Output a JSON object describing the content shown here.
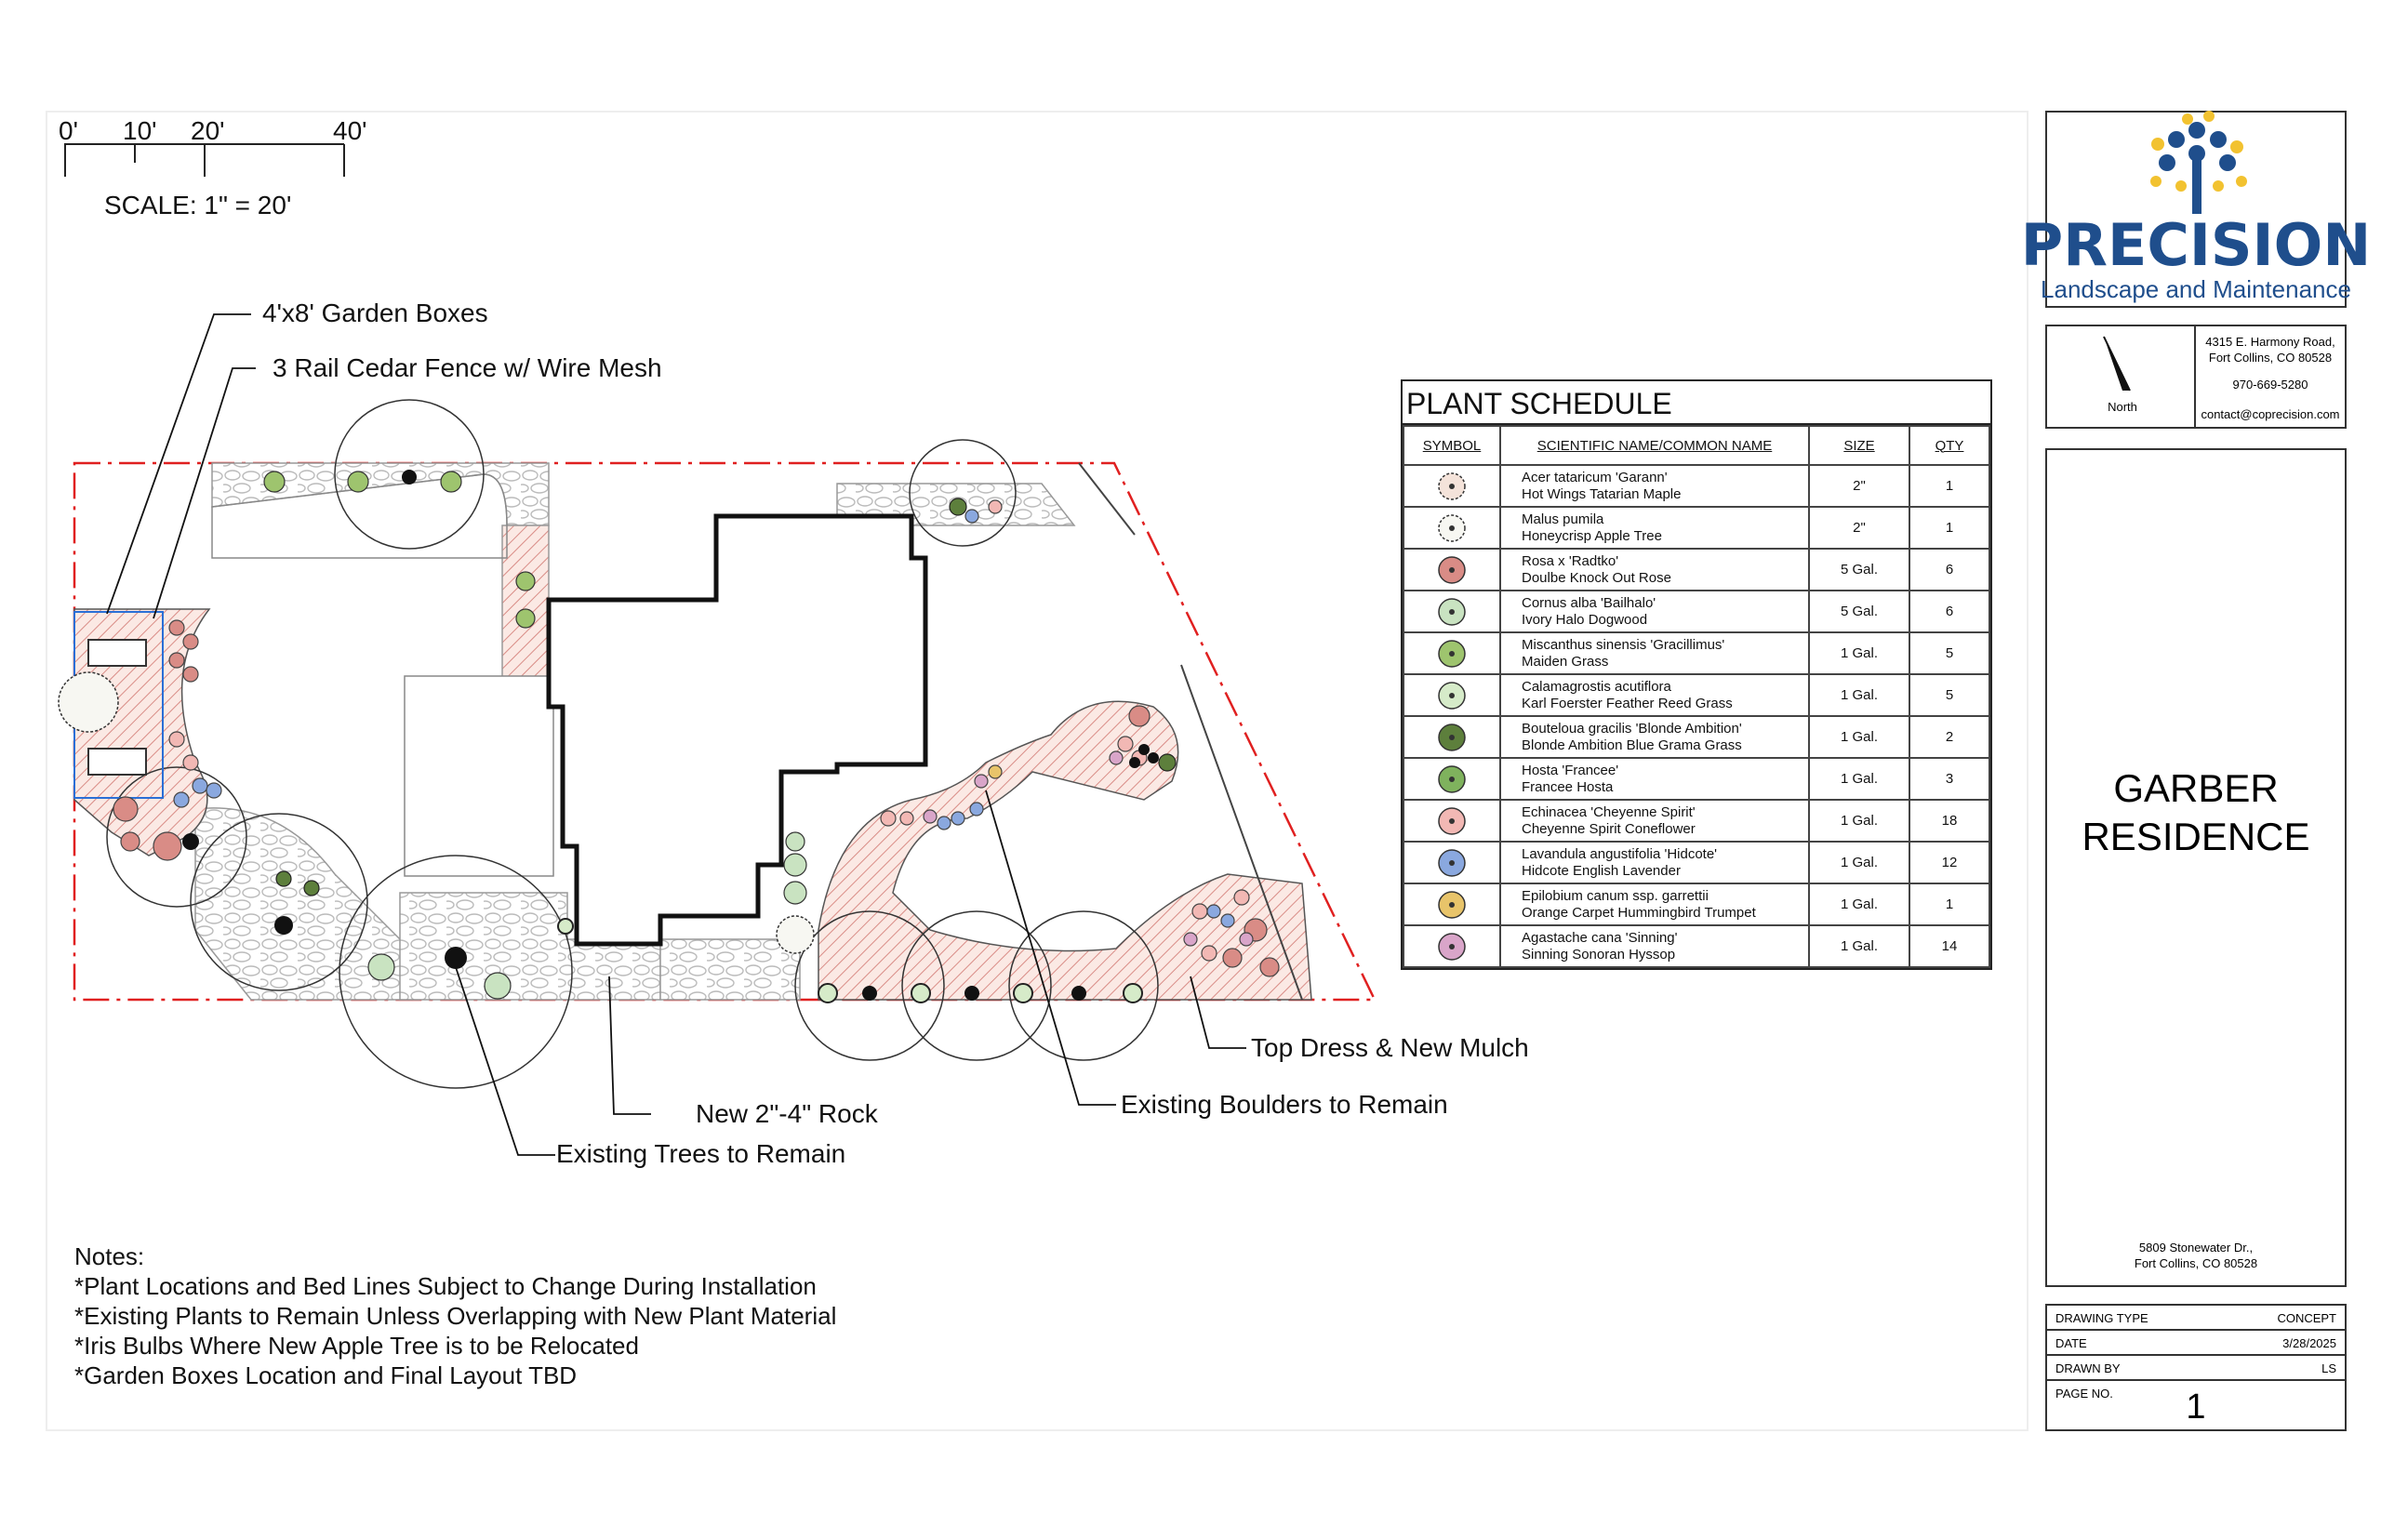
{
  "scale": {
    "ticks": [
      "0'",
      "10'",
      "20'",
      "40'"
    ],
    "label": "SCALE: 1\" = 20'"
  },
  "callouts": {
    "garden_boxes": "4'x8' Garden Boxes",
    "fence": "3 Rail Cedar Fence w/ Wire Mesh",
    "rock": "New 2\"-4\" Rock",
    "trees": "Existing Trees to Remain",
    "mulch": "Top Dress & New Mulch",
    "boulders": "Existing Boulders to Remain"
  },
  "notes": {
    "title": "Notes:",
    "items": [
      "*Plant Locations and Bed Lines Subject to Change During Installation",
      "*Existing Plants to Remain Unless Overlapping with New Plant Material",
      "*Iris Bulbs Where New Apple Tree is to be Relocated",
      "*Garden Boxes Location and Final Layout TBD"
    ]
  },
  "schedule": {
    "title": "PLANT SCHEDULE",
    "headers": [
      "SYMBOL",
      "SCIENTIFIC NAME/COMMON NAME",
      "SIZE",
      "QTY"
    ],
    "rows": [
      {
        "scientific": "Acer tataricum 'Garann'",
        "common": "Hot Wings Tatarian Maple",
        "size": "2\"",
        "qty": "1",
        "color": "#f4e3da"
      },
      {
        "scientific": "Malus pumila",
        "common": "Honeycrisp Apple Tree",
        "size": "2\"",
        "qty": "1",
        "color": "#f7f7f2"
      },
      {
        "scientific": "Rosa x 'Radtko'",
        "common": "Doulbe Knock Out Rose",
        "size": "5 Gal.",
        "qty": "6",
        "color": "#d98c86"
      },
      {
        "scientific": "Cornus alba 'Bailhalo'",
        "common": "Ivory Halo Dogwood",
        "size": "5 Gal.",
        "qty": "6",
        "color": "#c9e3c1"
      },
      {
        "scientific": "Miscanthus sinensis 'Gracillimus'",
        "common": "Maiden Grass",
        "size": "1 Gal.",
        "qty": "5",
        "color": "#9ec46e"
      },
      {
        "scientific": "Calamagrostis acutiflora",
        "common": "Karl Foerster Feather Reed Grass",
        "size": "1 Gal.",
        "qty": "5",
        "color": "#d6ebc9"
      },
      {
        "scientific": "Bouteloua gracilis 'Blonde Ambition'",
        "common": "Blonde Ambition Blue Grama Grass",
        "size": "1 Gal.",
        "qty": "2",
        "color": "#5d7f3c"
      },
      {
        "scientific": "Hosta 'Francee'",
        "common": "Francee Hosta",
        "size": "1 Gal.",
        "qty": "3",
        "color": "#7fb25d"
      },
      {
        "scientific": "Echinacea 'Cheyenne Spirit'",
        "common": "Cheyenne Spirit Coneflower",
        "size": "1 Gal.",
        "qty": "18",
        "color": "#f2b8b4"
      },
      {
        "scientific": "Lavandula angustifolia 'Hidcote'",
        "common": "Hidcote English Lavender",
        "size": "1 Gal.",
        "qty": "12",
        "color": "#8aa8df"
      },
      {
        "scientific": "Epilobium canum ssp. garrettii",
        "common": "Orange Carpet Hummingbird Trumpet",
        "size": "1 Gal.",
        "qty": "1",
        "color": "#e8c46a"
      },
      {
        "scientific": "Agastache cana 'Sinning'",
        "common": "Sinning Sonoran Hyssop",
        "size": "1 Gal.",
        "qty": "14",
        "color": "#d9a5c9"
      }
    ]
  },
  "company": {
    "name": "PRECISION",
    "tagline": "Landscape and Maintenance",
    "address_line1": "4315 E. Harmony Road,",
    "address_line2": "Fort Collins, CO 80528",
    "phone": "970-669-5280",
    "email": "contact@coprecision.com",
    "north_label": "North",
    "brand_blue": "#1f4e8c",
    "brand_yellow": "#f2c230"
  },
  "project": {
    "name_line1": "GARBER",
    "name_line2": "RESIDENCE",
    "address_line1": "5809 Stonewater Dr.,",
    "address_line2": "Fort Collins, CO 80528"
  },
  "drawing_info": {
    "type_label": "DRAWING TYPE",
    "type_value": "CONCEPT",
    "date_label": "DATE",
    "date_value": "3/28/2025",
    "drawn_label": "DRAWN BY",
    "drawn_value": "LS",
    "page_label": "PAGE NO.",
    "page_value": "1"
  }
}
